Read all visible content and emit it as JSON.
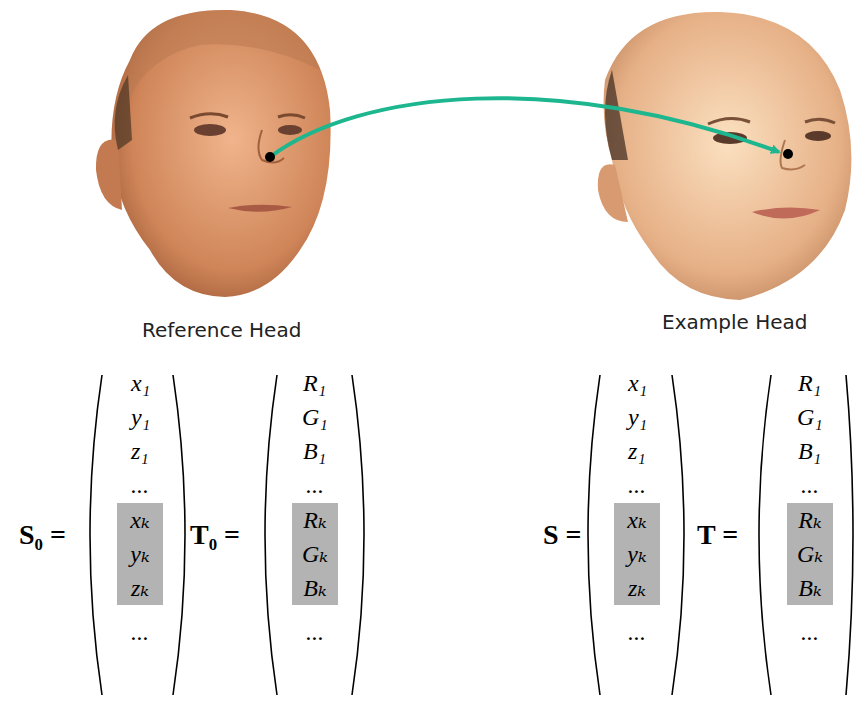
{
  "diagram": {
    "nodes": [
      {
        "text": [
          "xₖ",
          "yₖ",
          "zₖ"
        ]
      },
      {
        "text": [
          "Rₖ",
          "Gₖ",
          "Bₖ"
        ]
      },
      {
        "text": [
          "xₖ",
          "yₖ",
          "zₖ"
        ]
      },
      {
        "text": [
          "Rₖ",
          "Gₖ",
          "Bₖ"
        ]
      }
    ],
    "labels": [
      "Reference Head",
      "Example Head",
      "S₀ =",
      "x₁",
      "y₁",
      "z₁",
      "...",
      "...",
      "T₀ =",
      "R₁",
      "G₁",
      "B₁",
      "...",
      "...",
      "S =",
      "x₁",
      "y₁",
      "z₁",
      "...",
      "...",
      "T =",
      "R₁",
      "G₁",
      "B₁",
      "...",
      "..."
    ]
  }
}
